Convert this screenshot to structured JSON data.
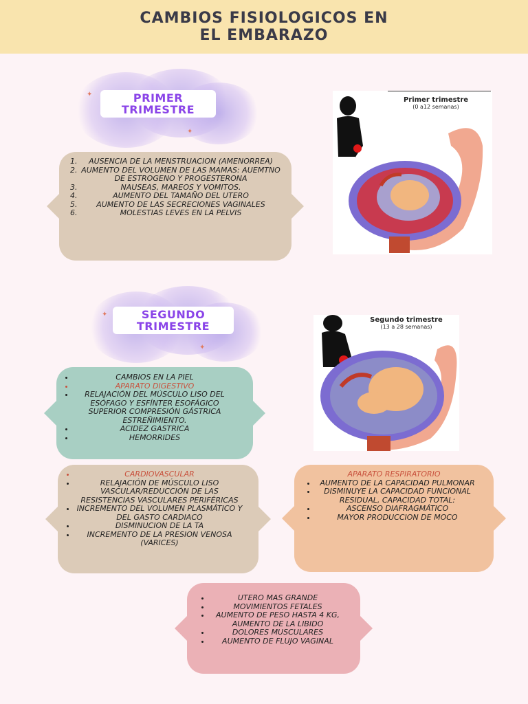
{
  "header": {
    "title_line1": "CAMBIOS FISIOLOGICOS EN",
    "title_line2": "EL EMBARAZO"
  },
  "colors": {
    "header_bg": "#f9e4ae",
    "page_bg": "#fdf3f6",
    "tag_text": "#8a44e8",
    "highlight": "#c8513d",
    "beige": "#dccbb8",
    "green": "#a8cfc3",
    "peach": "#f1c29f",
    "pink": "#ebb1b6"
  },
  "primer": {
    "tag_line1": "PRIMER",
    "tag_line2": "TRIMESTRE",
    "items": [
      "AUSENCIA DE LA MENSTRUACION (AMENORREA)",
      "AUMENTO DEL VOLUMEN DE LAS MAMAS: AUEMTNO DE ESTROGENO Y PROGESTERONA",
      "NAUSEAS, MAREOS Y VOMITOS.",
      "AUMENTO DEL TAMAÑO DEL UTERO",
      "AUMENTO DE LAS SECRECIONES VAGINALES",
      "MOLESTIAS LEVES EN LA PELVIS"
    ],
    "figure": {
      "title": "Primer trimestre",
      "subtitle": "(0 a12 semanas)"
    }
  },
  "segundo": {
    "tag_line1": "SEGUNDO",
    "tag_line2": "TRIMESTRE",
    "figure": {
      "title": "Segundo trimestre",
      "subtitle": "(13 a 28 semanas)"
    },
    "digestivo": {
      "items": [
        "CAMBIOS EN LA PIEL",
        "APARATO DIGESTIVO",
        "RELAJACIÓN DEL MÚSCULO LISO DEL ESÓFAGO Y ESFÍNTER ESOFÁGICO SUPERIOR COMPRESIÓN GÁSTRICA ESTREÑIMIENTO.",
        "ACIDEZ GASTRICA",
        "HEMORRIDES"
      ]
    },
    "cardio": {
      "items": [
        "CARDIOVASCULAR",
        "RELAJACIÓN DE MÚSCULO LISO VASCULAR/REDUCCIÓN DE LAS RESISTENCIAS VASCULARES PERIFÉRICAS",
        "INCREMENTO DEL VOLUMEN PLASMÁTICO Y DEL GASTO CARDIACO",
        "DISMINUCION DE LA TA",
        "INCREMENTO DE LA PRESION VENOSA (VARICES)"
      ]
    },
    "respiratorio": {
      "heading": "APARATO RESPIRATORIO",
      "items": [
        "AUMENTO DE LA CAPACIDAD PULMONAR",
        "DISMINUYE LA CAPACIDAD FUNCIONAL RESIDUAL, CAPACIDAD TOTAL:",
        "ASCENSO DIAFRAGMÁTICO",
        "MAYOR PRODUCCION DE MOCO"
      ]
    },
    "otros": {
      "items": [
        "UTERO MAS GRANDE",
        "MOVIMIENTOS FETALES",
        "AUMENTO DE PESO HASTA 4 KG, AUMENTO DE LA LIBIDO",
        "DOLORES MUSCULARES",
        "AUMENTO DE FLUJO VAGINAL"
      ]
    }
  }
}
